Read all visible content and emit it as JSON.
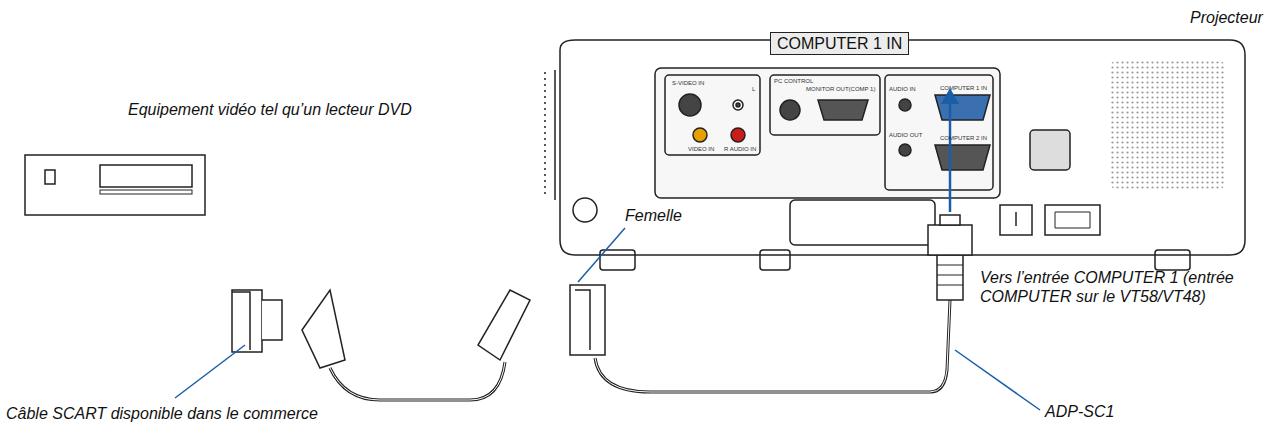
{
  "diagram": {
    "nodes": [
      {
        "text": [
          "COMPUTER 1 IN"
        ]
      }
    ],
    "labels": [
      "Projecteur",
      "Equipement vidéo tel qu’un lecteur DVD",
      "Femelle",
      "Vers l’entrée COMPUTER 1 (entrée COMPUTER sur le VT58/VT48)",
      "Câble SCART disponible dans le commerce",
      "ADP-SC1",
      "S-VIDEO IN",
      "L",
      "PC CONTROL",
      "MONITOR OUT(COMP 1)",
      "AUDIO IN",
      "COMPUTER 1 IN",
      "AUDIO OUT",
      "COMPUTER 2 IN",
      "VIDEO IN",
      "R AUDIO IN"
    ]
  }
}
